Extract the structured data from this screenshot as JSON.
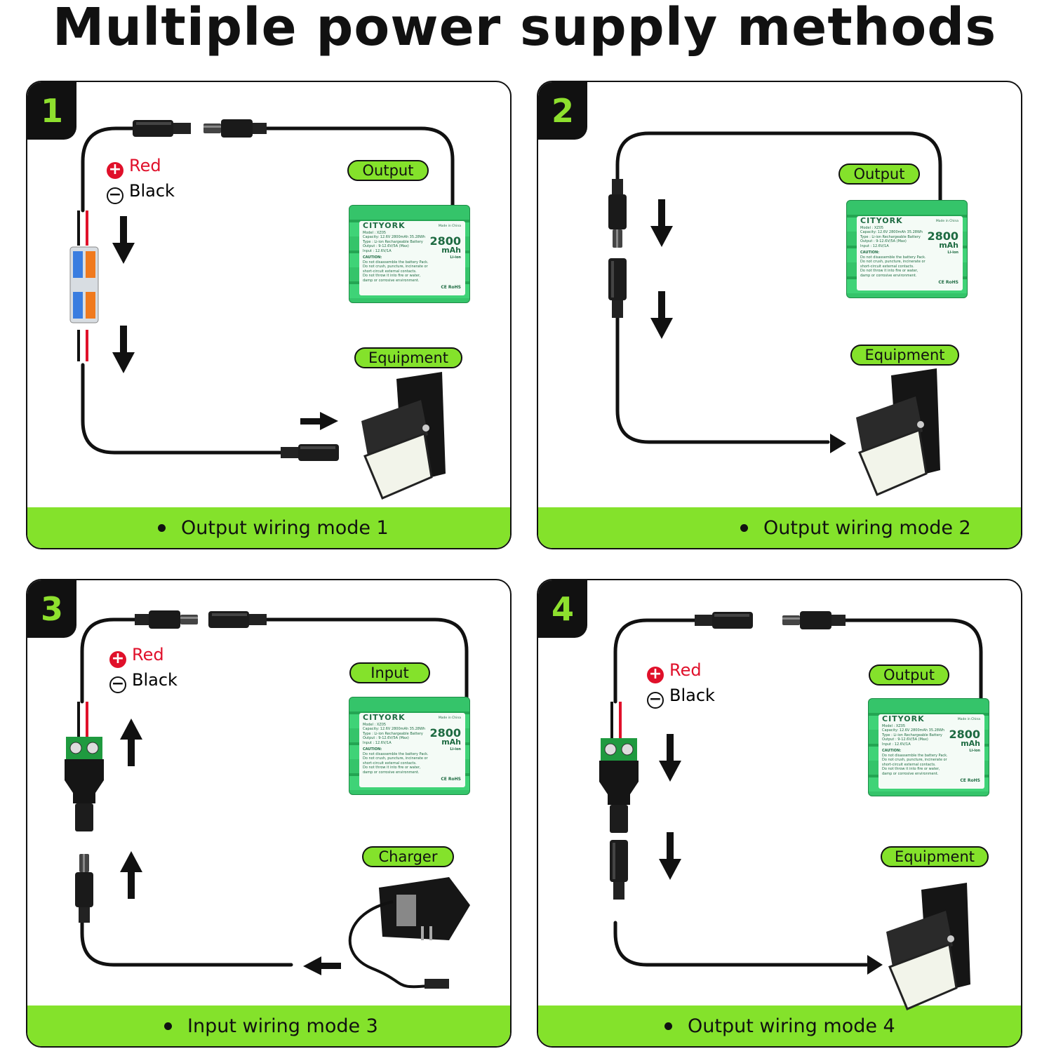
{
  "title": "Multiple power supply methods",
  "polarity": {
    "red": "Red",
    "black": "Black"
  },
  "battery": {
    "brand": "CITYORK",
    "made_in": "Made in China",
    "capacity": "2800",
    "unit": "mAh",
    "chem": "Li-ion",
    "specs": [
      "Model : XZ05",
      "Capacity: 12.6V 2800mAh 35.28Wh",
      "Type : Li-ion Rechargeable Battery",
      "Output : 9-12.6V/5A (Max)",
      "Input : 12.6V/1A"
    ],
    "caution_title": "CAUTION:",
    "cautions": [
      "Do not disassemble the battery Pack.",
      "Do not crush, puncture, incinerate or short-circuit external contacts.",
      "Do not throw it into fire or water, damp or corrosive environment."
    ],
    "marks": "CE  RoHS"
  },
  "panels": [
    {
      "number": "1",
      "tags": [
        "Output",
        "Equipment"
      ],
      "caption": "Output wiring mode 1"
    },
    {
      "number": "2",
      "tags": [
        "Output",
        "Equipment"
      ],
      "caption": "Output wiring mode 2"
    },
    {
      "number": "3",
      "tags": [
        "Input",
        "Charger"
      ],
      "caption": "Input wiring mode 3"
    },
    {
      "number": "4",
      "tags": [
        "Output",
        "Equipment"
      ],
      "caption": "Output wiring mode 4"
    }
  ],
  "colors": {
    "accent": "#84e22b",
    "battery": "#35c46a",
    "red": "#e0102a"
  }
}
